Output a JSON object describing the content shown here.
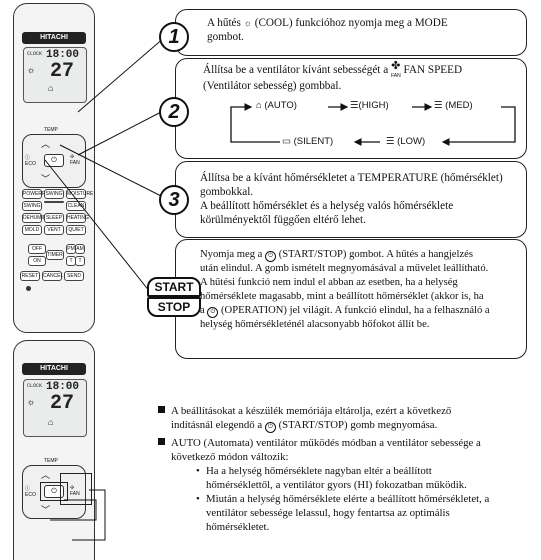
{
  "remote": {
    "brand": "HITACHI",
    "clock_label": "CLOCK",
    "time": "18:00",
    "temp": "27",
    "temp_label": "TEMP",
    "eco": "ECO",
    "fan": "FAN",
    "buttons_row1": [
      "POWERFUL",
      "SWING",
      "MOISTURE"
    ],
    "buttons_row2": [
      "SWING",
      "",
      "CLEAN"
    ],
    "buttons_row3": [
      "DEHUMID",
      "SLEEP",
      "HEATING"
    ],
    "buttons_row4": [
      "MOLD",
      "VENT",
      "QUIET"
    ],
    "off_timer": "OFF",
    "on_timer": "ON",
    "timer": "TIMER",
    "reservation": "RESERV",
    "cancel": "CANCEL",
    "send": "SEND",
    "reset": "RESET",
    "pm": "PM",
    "am": "AM",
    "t1": "T",
    "t2": "T"
  },
  "step1": {
    "number": "1",
    "text_a": "A hűtés",
    "text_b": "(COOL) funkcióhoz nyomja meg a MODE",
    "text_c": "gombot."
  },
  "step2": {
    "number": "2",
    "line1_a": "Állítsa be a ventilátor kívánt sebességét a",
    "line1_b": "FAN SPEED",
    "fan_small": "FAN",
    "line2": "(Ventilátor sebesség) gombbal.",
    "auto": "(AUTO)",
    "high": "(HIGH)",
    "med": "(MED)",
    "silent": "(SILENT)",
    "low": "(LOW)"
  },
  "step3": {
    "number": "3",
    "line1": "Állítsa be a kívánt hőmérsékletet a TEMPERATURE (hőmérséklet)",
    "line2": "gombokkal.",
    "line3": "A  beállított hőmérséklet és a helység valós hőmérséklete",
    "line4": "körülményektől függően eltérő lehet."
  },
  "start_stop": {
    "top": "START",
    "bottom": "STOP",
    "line1_a": "Nyomja meg a",
    "line1_b": "(START/STOP) gombot. A hűtés a hangjelzés",
    "line2": "után elindul. A gomb ismételt megnyomásával a művelet leállítható.",
    "line3": "A hűtési funkció nem indul el abban az esetben, ha a helység",
    "line4": "hőmérséklete magasabb, mint a beállított hőmérséklet (akkor is, ha",
    "line5_a": "a",
    "line5_b": "(OPERATION) jel világít. A funkció elindul, ha a felhasználó a",
    "line6": "helység hőmérsékleténél alacsonyabb hőfokot állít be."
  },
  "notes": {
    "n1_line1": "A beállításokat a készülék memóriája eltárolja, ezért a következő",
    "n1_line2_a": "indításnál elegendő a",
    "n1_line2_b": "(START/STOP)  gomb megnyomása.",
    "n2_line1": "AUTO (Automata) ventilátor működés módban a ventilátor sebessége a",
    "n2_line2": "következő módon változik:",
    "b1_line1": "Ha a helység hőmérséklete nagyban eltér a beállított",
    "b1_line2": "hőmérséklettől, a ventilátor gyors (HI) fokozatban működik.",
    "b2_line1": "Miután a helység hőmérséklete elérte a beállított hőmérsékletet, a",
    "b2_line2": "ventilátor sebessége lelassul, hogy fentartsa az optimális",
    "b2_line3": "hőmérsékletet."
  }
}
